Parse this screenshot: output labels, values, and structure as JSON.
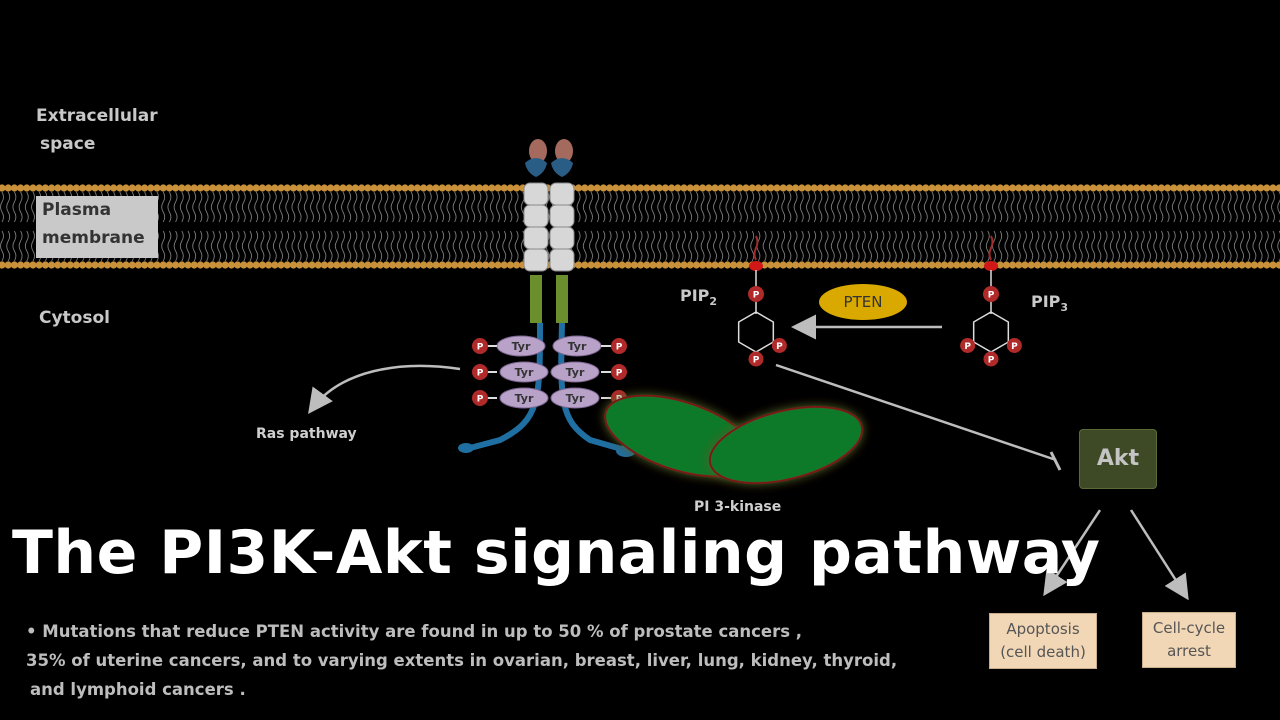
{
  "labels": {
    "extracellular_line1": "Extracellular",
    "extracellular_line2": "space",
    "plasma_line1": "Plasma",
    "plasma_line2": "membrane",
    "cytosol": "Cytosol",
    "pip2": "PIP",
    "pip2_sub": "2",
    "pip3": "PIP",
    "pip3_sub": "3",
    "pten": "PTEN",
    "ras_pathway": "Ras pathway",
    "pi3_kinase": "PI 3-kinase",
    "akt": "Akt",
    "tyr": "Tyr",
    "phosphate": "P"
  },
  "outcomes": {
    "apoptosis_line1": "Apoptosis",
    "apoptosis_line2": "(cell death)",
    "cellcycle_line1": "Cell-cycle",
    "cellcycle_line2": "arrest"
  },
  "title": "The PI3K-Akt signaling pathway",
  "bullets": {
    "line1": "• Mutations that reduce PTEN activity are found in up to 50 % of prostate cancers ,",
    "line2": "35% of uterine cancers, and to varying extents in ovarian, breast, liver, lung, kidney, thyroid,",
    "line3": "and lymphoid cancers ."
  },
  "colors": {
    "background": "#000000",
    "lipid_head": "#c8913a",
    "receptor": "#d7d7d7",
    "tyr": "#b9a2c8",
    "phosphate": "#b02a2a",
    "pi3k": "#0d7a2c",
    "akt": "#3e4a26",
    "pten": "#d9a900",
    "outcome_box": "#f2d7b6"
  }
}
